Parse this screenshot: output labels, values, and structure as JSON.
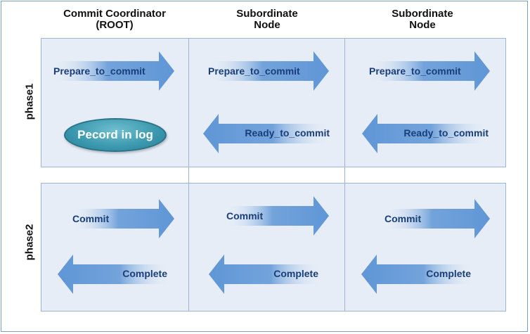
{
  "columns": [
    {
      "line1": "Commit Coordinator",
      "line2": "(ROOT)"
    },
    {
      "line1": "Subordinate",
      "line2": "Node"
    },
    {
      "line1": "Subordinate",
      "line2": "Node"
    }
  ],
  "phases": [
    "phase1",
    "phase2"
  ],
  "log_label": "Pecord in log",
  "messages": {
    "prepare": "Prepare_to_commit",
    "ready": "Ready_to_commit",
    "commit": "Commit",
    "complete": "Complete"
  },
  "colors": {
    "arrow": "#5f96d6",
    "arrow_fade": "#e6edf7",
    "label": "#1a3e78",
    "panel": "#e6edf7",
    "ellipse": "#3a97ad"
  }
}
